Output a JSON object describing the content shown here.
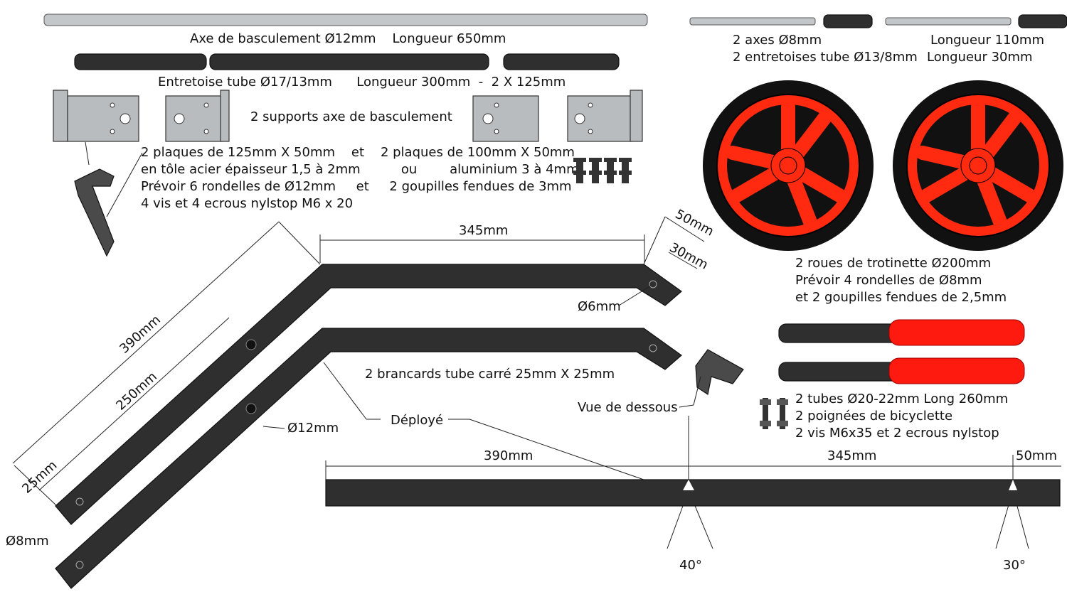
{
  "parts": {
    "pivot_axle": "Axe de basculement Ø12mm    Longueur 650mm",
    "spacer_tube": "Entretoise tube Ø17/13mm      Longueur 300mm  -  2 X 125mm",
    "supports_title": "2 supports axe de basculement",
    "plates_lines": [
      "2 plaques de 125mm X 50mm    et    2 plaques de 100mm X 50mm",
      "en tôle acier épaisseur 1,5 à 2mm          ou        aluminium 3 à 4mm",
      "Prévoir 6 rondelles de Ø12mm     et     2 goupilles fendues de 3mm",
      "4 vis et 4 ecrous nylstop M6 x 20"
    ],
    "small_axles": "2 axes Ø8mm",
    "small_axles_length": "Longueur 110mm",
    "small_spacers": "2 entretoises tube Ø13/8mm",
    "small_spacers_length": "Longueur 30mm",
    "wheels_lines": [
      "2 roues de trotinette Ø200mm",
      "Prévoir 4 rondelles de Ø8mm",
      "et 2 goupilles fendues de 2,5mm"
    ],
    "handles_lines": [
      "2 tubes Ø20-22mm Long 260mm",
      "2 poignées de bicyclette",
      "2 vis M6x35 et 2 ecrous nylstop"
    ]
  },
  "frame": {
    "dim_345": "345mm",
    "dim_50": "50mm",
    "dim_30": "30mm",
    "hole_6": "Ø6mm",
    "dim_390": "390mm",
    "dim_250": "250mm",
    "dim_25": "25mm",
    "hole_8": "Ø8mm",
    "hole_12": "Ø12mm",
    "deployed": "Déployé",
    "stretchers": "2 brancards tube carré 25mm X 25mm",
    "bottom_view": "Vue de dessous"
  },
  "unfolded": {
    "dim_390": "390mm",
    "dim_345": "345mm",
    "dim_50": "50mm",
    "angle_40": "40°",
    "angle_30": "30°"
  },
  "colors": {
    "wheel_red": "#ff2a10",
    "tube_dark": "#2f2f2f",
    "plate_grey": "#b9bcbf"
  }
}
